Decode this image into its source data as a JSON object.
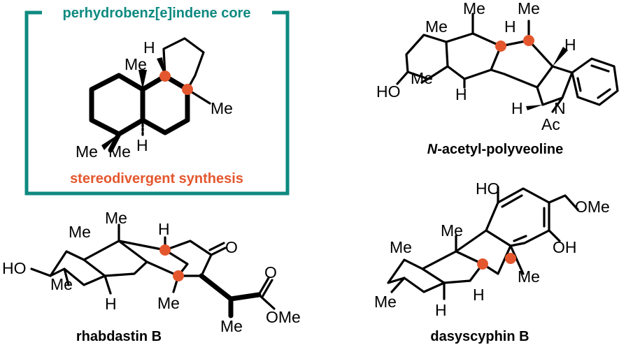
{
  "core_box": {
    "title": "perhydrobenz[e]indene core",
    "subtitle": "stereodivergent synthesis",
    "labels": {
      "h_top": "H",
      "me_top": "Me",
      "me_right": "Me",
      "h_bottom": "H",
      "me_left": "Me",
      "me_left2": "Me"
    },
    "colors": {
      "frame": "#0e8a80",
      "highlight": "#E4572E"
    }
  },
  "polyveoline": {
    "name_italic": "N",
    "name_rest": "-acetyl-polyveoline",
    "labels": {
      "me1": "Me",
      "me2": "Me",
      "me3": "Me",
      "me4": "Me",
      "h1": "H",
      "h2": "H",
      "h3": "H",
      "h4": "H",
      "ho": "HO",
      "n": "N",
      "ac": "Ac"
    }
  },
  "rhabdastin": {
    "name": "rhabdastin B",
    "labels": {
      "me1": "Me",
      "me2": "Me",
      "me3": "Me",
      "me4": "Me",
      "h1": "H",
      "h2": "H",
      "ho": "HO",
      "o1": "O",
      "o2": "O",
      "ome": "OMe"
    }
  },
  "dasyscyphin": {
    "name": "dasyscyphin B",
    "labels": {
      "ho": "HO",
      "ome": "OMe",
      "oh": "OH",
      "me1": "Me",
      "me2": "Me",
      "me3": "Me",
      "me4": "Me",
      "h": "H"
    }
  }
}
